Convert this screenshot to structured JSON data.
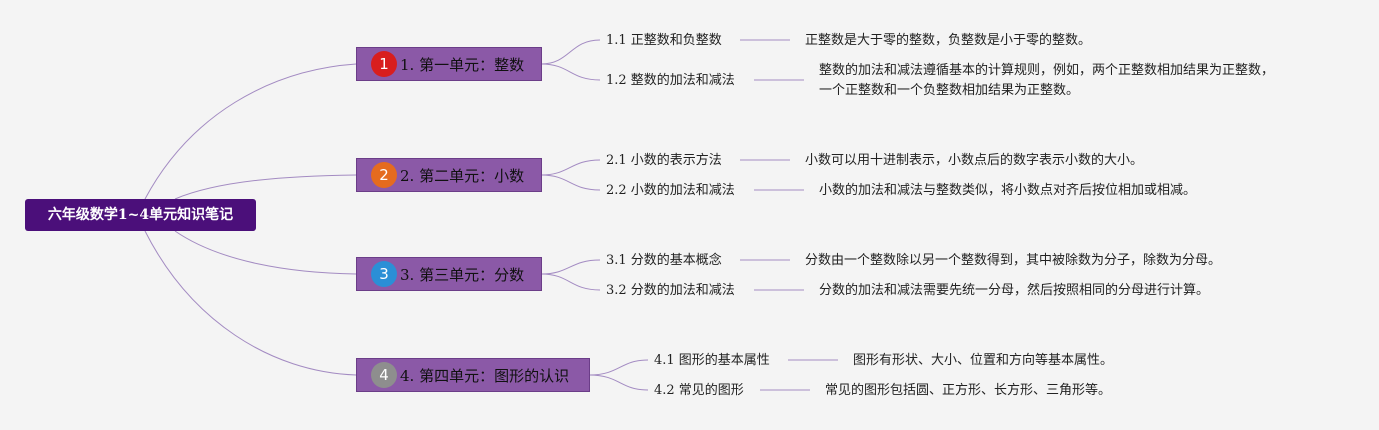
{
  "root": {
    "title": "六年级数学1~4单元知识笔记"
  },
  "colors": {
    "root_bg": "#4b0f7a",
    "unit_bg": "#8b59a7",
    "line": "#a38bc2"
  },
  "units": [
    {
      "number": "1",
      "badge_color": "#d81e1e",
      "title": "1. 第一单元：整数",
      "topics": [
        {
          "label": "1.1 正整数和负整数",
          "desc": "正整数是大于零的整数，负整数是小于零的整数。"
        },
        {
          "label": "1.2 整数的加法和减法",
          "desc": "整数的加法和减法遵循基本的计算规则，例如，两个正整数相加结果为正整数，",
          "desc2": "一个正整数和一个负整数相加结果为正整数。"
        }
      ]
    },
    {
      "number": "2",
      "badge_color": "#e56b1f",
      "title": "2. 第二单元：小数",
      "topics": [
        {
          "label": "2.1 小数的表示方法",
          "desc": "小数可以用十进制表示，小数点后的数字表示小数的大小。"
        },
        {
          "label": "2.2 小数的加法和减法",
          "desc": "小数的加法和减法与整数类似，将小数点对齐后按位相加或相减。"
        }
      ]
    },
    {
      "number": "3",
      "badge_color": "#2b8fd6",
      "title": "3. 第三单元：分数",
      "topics": [
        {
          "label": "3.1 分数的基本概念",
          "desc": "分数由一个整数除以另一个整数得到，其中被除数为分子，除数为分母。"
        },
        {
          "label": "3.2 分数的加法和减法",
          "desc": "分数的加法和减法需要先统一分母，然后按照相同的分母进行计算。"
        }
      ]
    },
    {
      "number": "4",
      "badge_color": "#8e8e8e",
      "title": "4. 第四单元：图形的认识",
      "topics": [
        {
          "label": "4.1 图形的基本属性",
          "desc": "图形有形状、大小、位置和方向等基本属性。"
        },
        {
          "label": "4.2 常见的图形",
          "desc": "常见的图形包括圆、正方形、长方形、三角形等。"
        }
      ]
    }
  ]
}
